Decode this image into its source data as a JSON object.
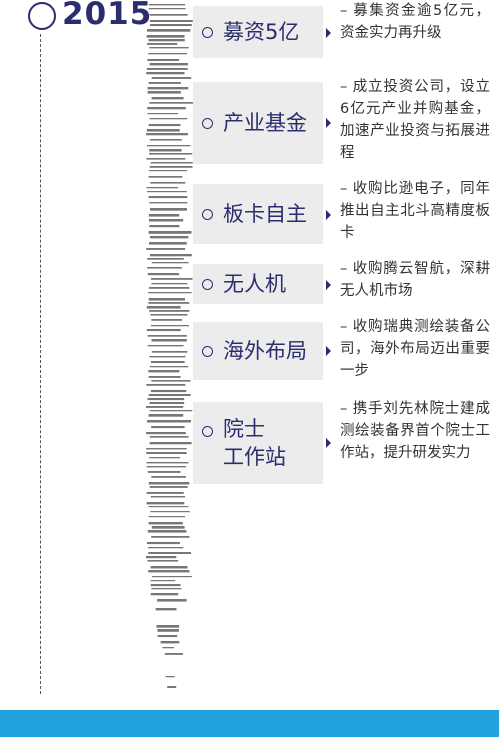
{
  "year": "2015",
  "items": [
    {
      "title": "募资5亿",
      "desc": "– 募集资金逾5亿元，资金实力再升级"
    },
    {
      "title": "产业基金",
      "desc": "– 成立投资公司，设立6亿元产业并购基金，加速产业投资与拓展进程"
    },
    {
      "title": "板卡自主",
      "desc": "– 收购比逊电子，同年推出自主北斗高精度板卡"
    },
    {
      "title": "无人机",
      "desc": "– 收购腾云智航，深耕无人机市场"
    },
    {
      "title": "海外布局",
      "desc": "– 收购瑞典测绘装备公司，海外布局迈出重要一步"
    },
    {
      "title": "院士\n工作站",
      "desc": "– 携手刘先林院士建成测绘装备界首个院士工作站，提升研发实力"
    }
  ],
  "colors": {
    "accent": "#2b2d6e",
    "box": "#ececec",
    "bar": "#1fa2dd",
    "brush": "#777777"
  }
}
